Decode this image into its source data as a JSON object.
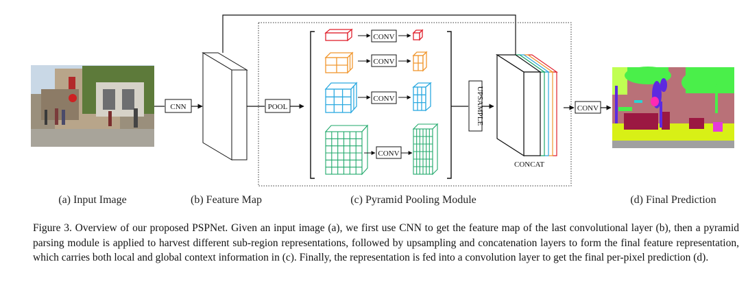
{
  "figure": {
    "labels": {
      "cnn": "CNN",
      "pool": "POOL",
      "conv": "CONV",
      "upsample": "UPSAMPLE",
      "concat": "CONCAT"
    },
    "subfigures": {
      "a": "(a) Input Image",
      "b": "(b) Feature Map",
      "c": "(c) Pyramid Pooling Module",
      "d": "(d) Final Prediction"
    },
    "caption": "Figure 3. Overview of our proposed PSPNet. Given an input image (a), we first use CNN to get the feature map of the last convolutional layer (b), then a pyramid parsing module is applied to harvest different sub-region representations, followed by upsampling and concatenation layers to form the final feature representation, which carries both local and global context information in (c). Finally, the representation is fed into a convolution layer to get the final per-pixel prediction (d).",
    "colors": {
      "level1": "#e0202c",
      "level2": "#f0962e",
      "level3": "#2ba9e0",
      "level4": "#1fa86a"
    }
  }
}
